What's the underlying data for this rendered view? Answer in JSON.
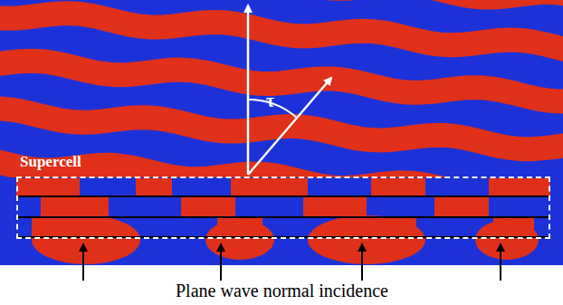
{
  "diagram": {
    "caption": "Plane wave normal incidence",
    "nodes": [
      {
        "text": [
          "Supercell"
        ]
      }
    ],
    "labels": [
      "τ"
    ]
  }
}
